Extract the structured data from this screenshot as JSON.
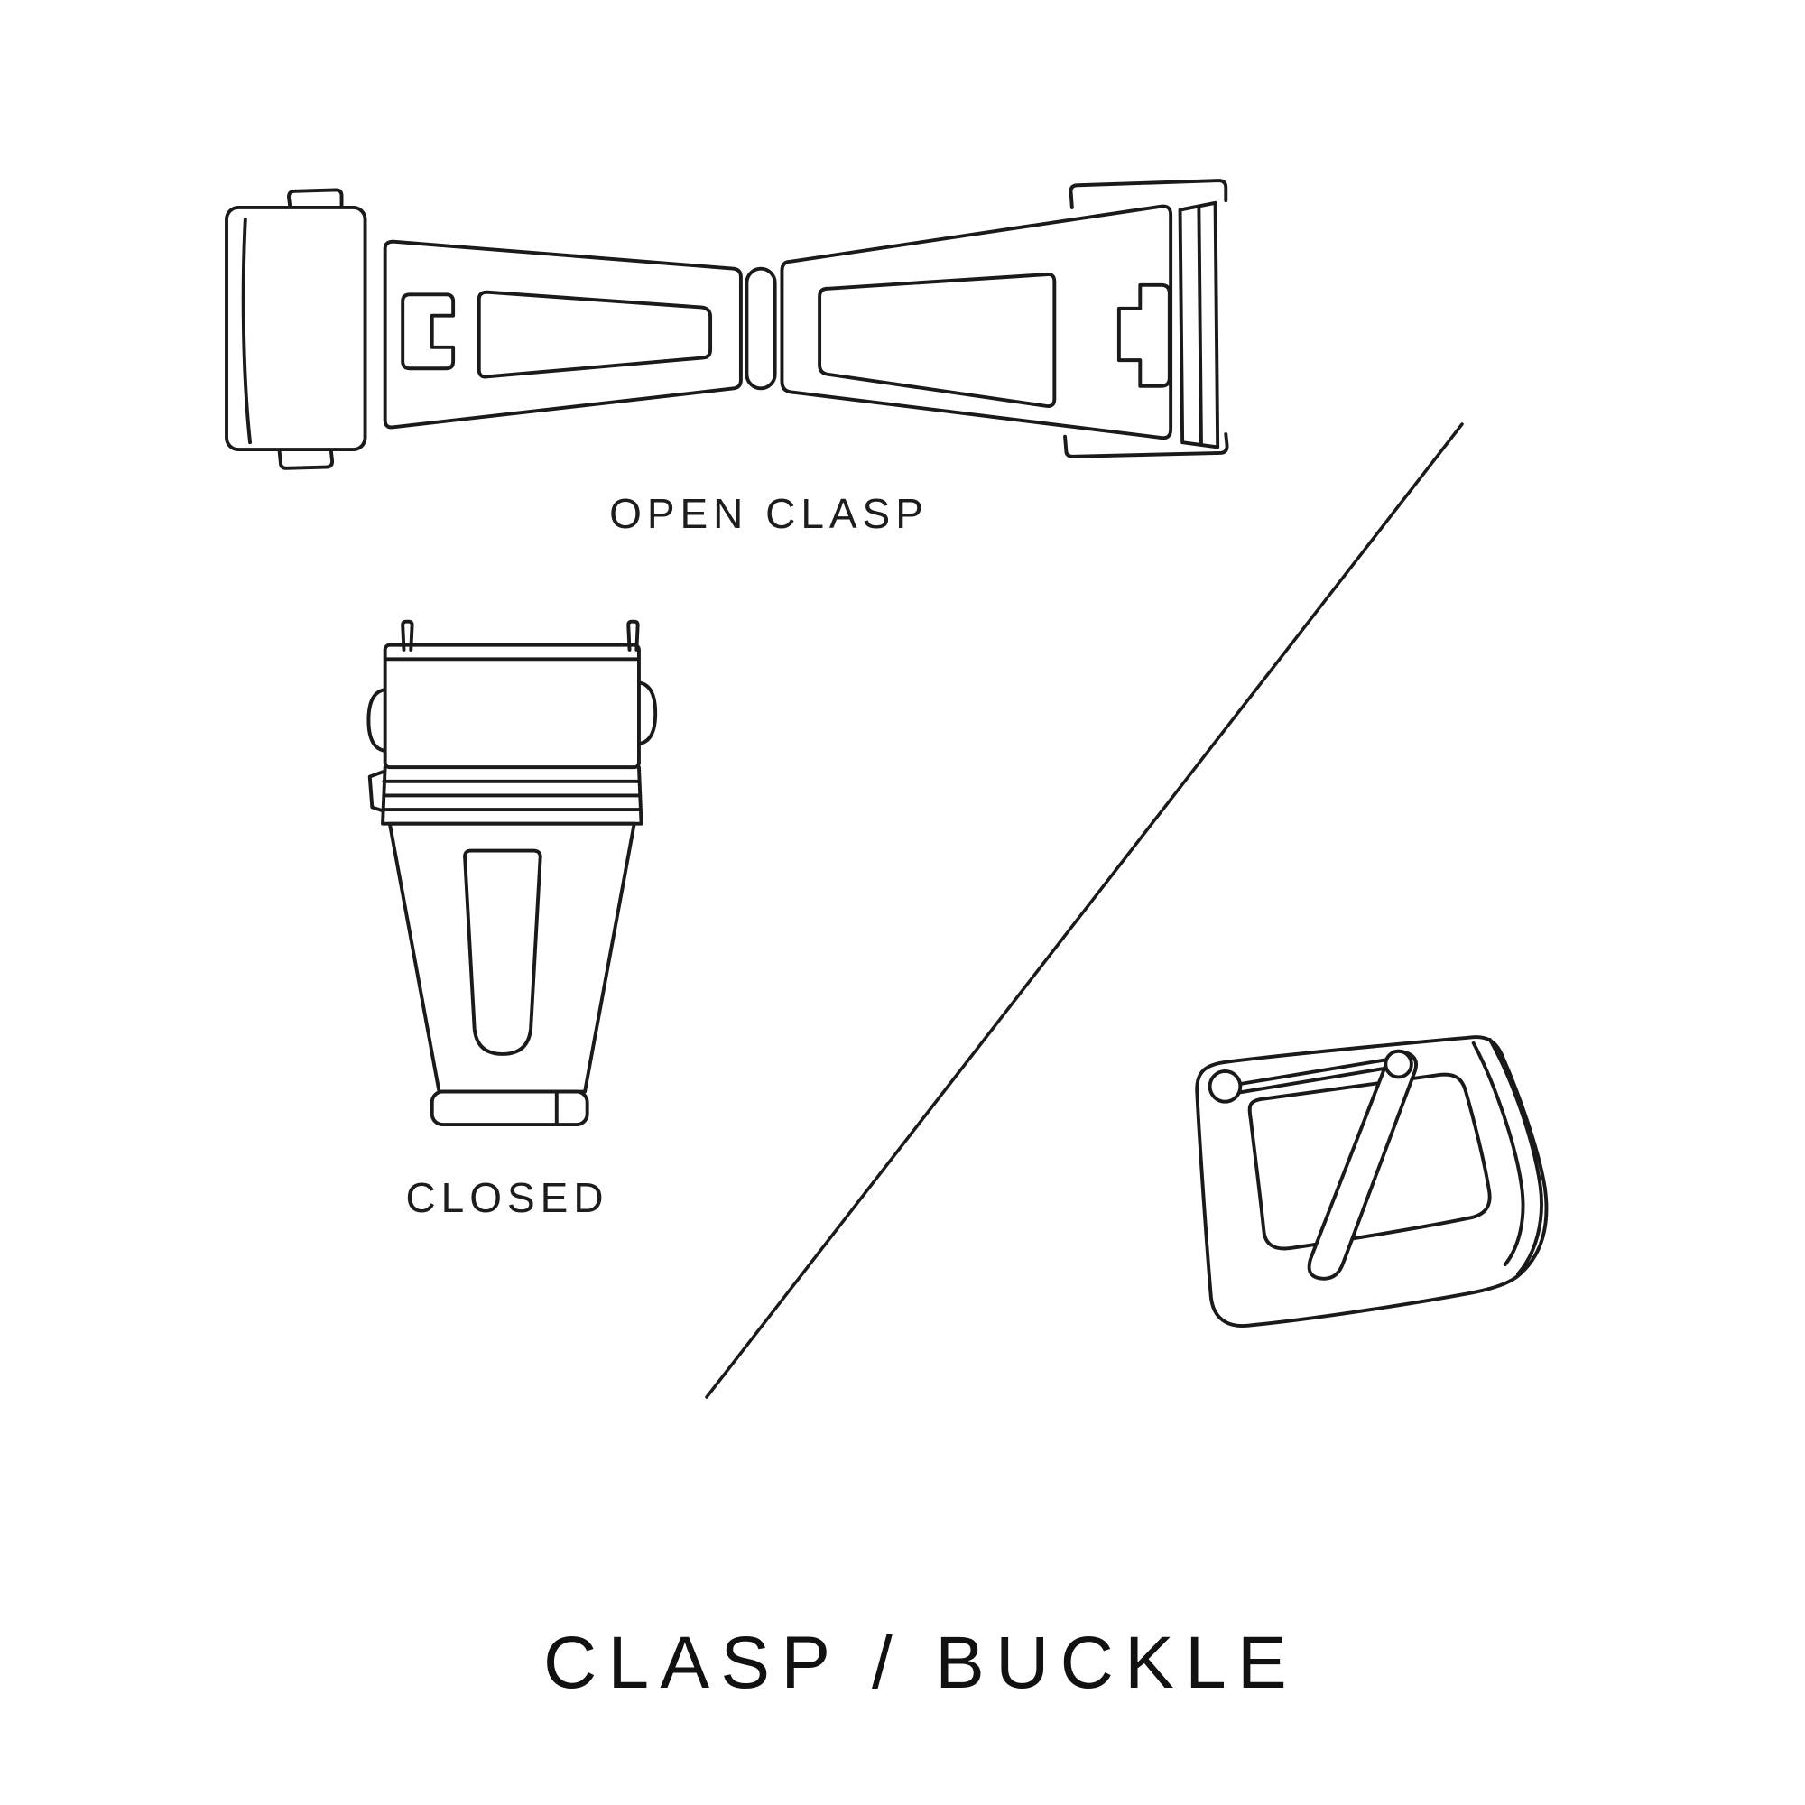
{
  "diagram": {
    "title": "CLASP / BUCKLE",
    "labels": {
      "open_clasp": "OPEN CLASP",
      "closed": "CLOSED"
    },
    "illustrations": [
      "open-clasp-illustration",
      "closed-clasp-illustration",
      "pin-buckle-illustration",
      "diagonal-divider-line"
    ],
    "colors": {
      "background": "#ffffff",
      "line": "#1a1a1a",
      "text": "#1d1d1d"
    }
  }
}
